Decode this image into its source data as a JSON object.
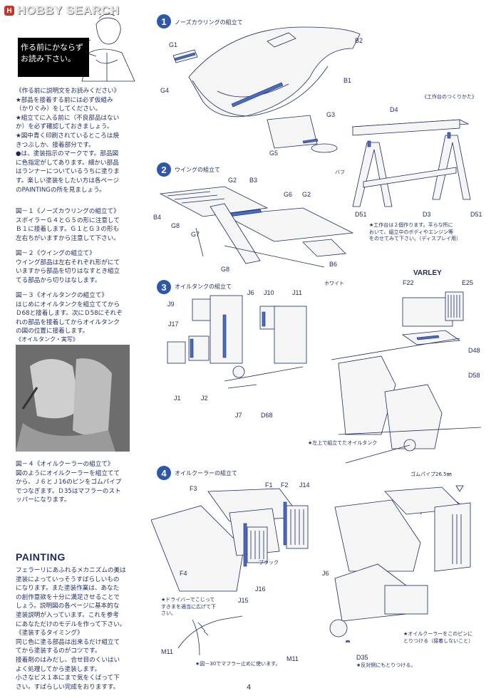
{
  "header": {
    "logo_mark": "H",
    "logo_text": "HOBBY SEARCH"
  },
  "read_first": {
    "text": "作る前にかならず\nお読み下さい。"
  },
  "intro": "《作る前に説明文をお読みください》\n★部品を接着する前には必ず仮組み\n（かりぐみ）をしてください。\n★組立てに入る前に（不良部品はない\nか）を必ず確認しておきましょう。\n★図中青く印刷されているところは焼\nきつぶしか、接着部分です。\n●は、塗装指示のマークです。部品図\nに色指定がしてあります。細かい部品\nはランナーについているうちに塗りま\nす。楽しい塗装をしたい方は各ページ\nのPAINTINGの所を見ましょう。",
  "fig1": "図－１《ノーズカウリングの組立て》\nスポイラーＧ４とＧ５の形に注意して\nＢ１に接着します。Ｇ１とＧ３の形も\n左右ちがいますから注意して下さい。",
  "fig2": "図－２《ウイングの組立て》\nウイング部品は左右それぞれ形がにて\nいますから部品を切りはなすとき組立\nてる部品から切りはなします。",
  "fig3": "図－３《オイルタンクの組立て》\nはじめにオイルタンクを組立ててから\nＤ68と接着します。次にＤ58にそれぞ\nれの部品を接着してからオイルタンク\nの図の位置に接着します。",
  "photo_caption": "《オイルタンク・実写》",
  "fig4": "図－４《オイルクーラーの組立て》\n図のようにオイルクーラーを組立てて\nから、Ｊ６とＪ16のピンをゴムパイプ\nでつなぎます。Ｄ35はマフラーのスト\nッパーになります。",
  "painting": {
    "title": "PAINTING",
    "body": "フェラーリにあふれるメカニズムの美は\n塗装によっていっそうすばらしいもの\nになります。また塗装作業は、あなた\nの創作意欲を十分に満足させることで\nしょう。説明図の各ページに基本的な\n塗装説明が入っています。これを参考\nにあなただけのモデルを作って下さい。\n《塗装するタイミング》\n同じ色に塗る部品は出来るだけ組立て\nてから塗装するのがコツです。\n接着剤のはみだし、合せ目のくいはい\nよく処理してから塗装します。\n小さなビス１本にまで気をくばって下\nさい。すばらしい完成をおりますす。"
  },
  "steps": [
    {
      "num": "1",
      "title": "ノーズカウリングの組立て"
    },
    {
      "num": "2",
      "title": "ウイングの組立て"
    },
    {
      "num": "3",
      "title": "オイルタンクの組立て"
    },
    {
      "num": "4",
      "title": "オイルクーラーの組立て"
    }
  ],
  "labels": {
    "step1": [
      "G1",
      "B2",
      "G4",
      "B1",
      "G3",
      "G5"
    ],
    "stand": [
      "D4",
      "D51",
      "D3",
      "D51"
    ],
    "step2": [
      "G2",
      "B3",
      "G6",
      "G2",
      "B4",
      "G8",
      "G7",
      "B6",
      "G8"
    ],
    "step3": [
      "J6",
      "J10",
      "J11",
      "J9",
      "J17",
      "J1",
      "J2",
      "J7",
      "D68",
      "F22",
      "E25",
      "D48",
      "D58"
    ],
    "step4": [
      "F1",
      "F2",
      "J14",
      "F3",
      "F4",
      "J15",
      "J16",
      "J6",
      "M11",
      "M11",
      "D35"
    ]
  },
  "notes": {
    "stand_title": "《工作台のつくりかた》",
    "stand_paint": "バフ",
    "stand_note": "★工作台は２個作ります。平らな所に\nおいて、組立中のボディやエンジン等\nをのせてみて下さい。（ディスプレイ用）",
    "white": "ホワイト",
    "varley": "VARLEY",
    "oiltank_note": "★左上で組立てたオイルタンク",
    "black": "ブラック",
    "driver_note": "★ドライバーでこじって\nすきまを適当に広げて下\nさい。",
    "rubber_pipe": "ゴムパイプ26.5㎜",
    "cooler_note": "★オイルクーラーをこのピンに\nとりつける（接着しないこと）",
    "muffler_note": "★図－30でマフラー止めに使います。",
    "d35_note": "★反対側にもとりつける。"
  },
  "page_number": "4",
  "colors": {
    "accent_blue": "#2e57a8",
    "ink": "#1b2a5e"
  }
}
